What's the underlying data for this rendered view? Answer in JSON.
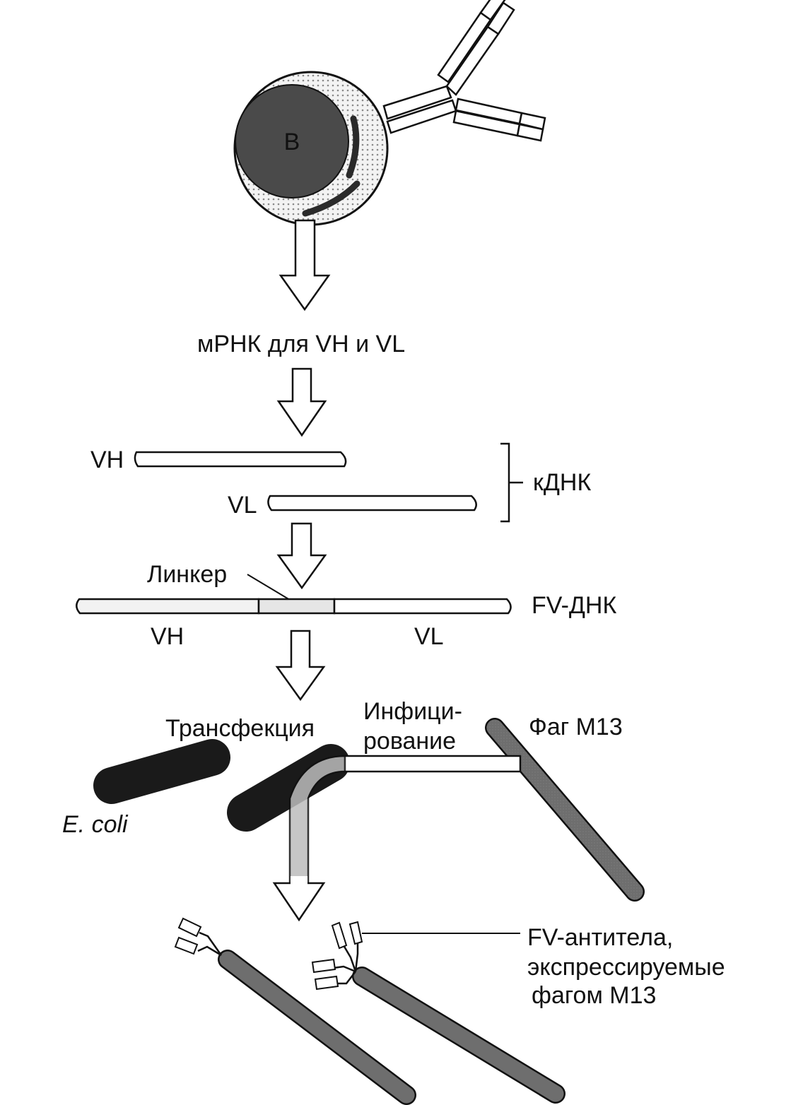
{
  "cell": {
    "label": "B"
  },
  "steps": {
    "mrna": "мРНК для VH и VL",
    "vh": "VH",
    "vl": "VL",
    "cdna": "кДНК",
    "linker": "Линкер",
    "fv_dna": "FV-ДНК",
    "vh_bottom": "VH",
    "vl_bottom": "VL",
    "transfection": "Трансфекция",
    "infection_line1": "Инфици-",
    "infection_line2": "рование",
    "phage": "Фаг M13",
    "ecoli": "E. coli",
    "fv_antibodies_line1": "FV-антитела,",
    "fv_antibodies_line2": "экспрессируемые",
    "fv_antibodies_line3": "фагом M13"
  },
  "colors": {
    "ink": "#111111",
    "cell_nucleus": "#4a4a4a",
    "phage_body": "#6e6e6e",
    "ecoli_body": "#1a1a1a",
    "linker_fill": "#e6e6e6"
  }
}
